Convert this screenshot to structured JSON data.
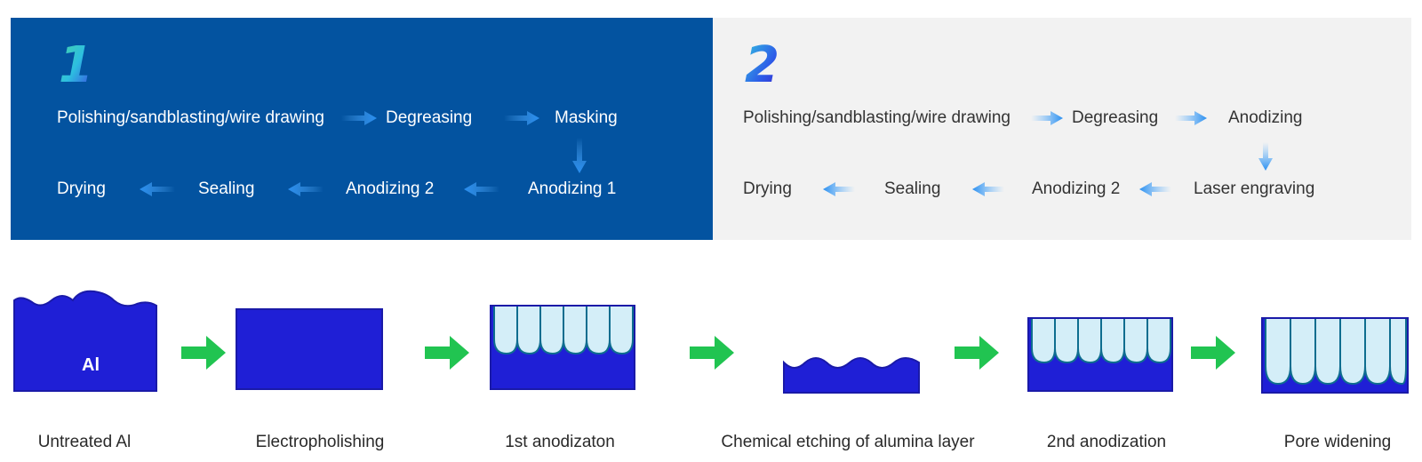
{
  "panel1": {
    "number": "1",
    "steps": [
      "Polishing/sandblasting/wire drawing",
      "Degreasing",
      "Masking",
      "Anodizing 1",
      "Anodizing 2",
      "Sealing",
      "Drying"
    ]
  },
  "panel2": {
    "number": "2",
    "steps": [
      "Polishing/sandblasting/wire drawing",
      "Degreasing",
      "Anodizing",
      "Laser engraving",
      "Anodizing 2",
      "Sealing",
      "Drying"
    ]
  },
  "stages": {
    "al_label": "Al",
    "captions": [
      "Untreated Al",
      "Electropholishing",
      "1st anodizaton",
      "Chemical etching of alumina layer",
      "2nd anodization",
      "Pore widening"
    ]
  },
  "colors": {
    "panel1_bg": "#0353a0",
    "panel2_bg": "#f2f2f2",
    "aluminum": "#1f1fd6",
    "oxide": "#d4eef8",
    "arrow_blue": "#2a8ff0",
    "arrow_green": "#21c451"
  }
}
